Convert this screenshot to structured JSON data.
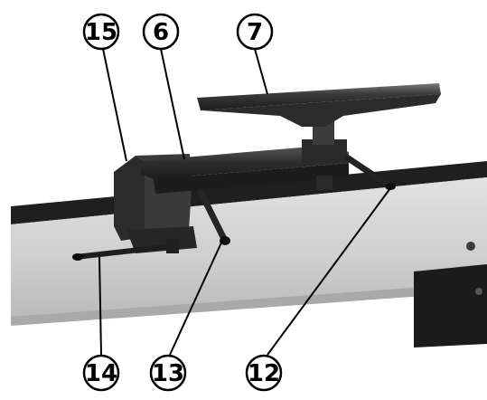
{
  "figure": {
    "callouts": {
      "c15": "15",
      "c6": "6",
      "c7": "7",
      "c14": "14",
      "c13": "13",
      "c12": "12"
    },
    "colors": {
      "rail_light": "#d6d6d6",
      "rail_mid": "#bdbdbd",
      "rail_dark": "#1e1e1e",
      "metal_dark": "#2a2a2a",
      "metal_mid": "#4a4a4a",
      "metal_light": "#6a6a6a",
      "leader": "#000000",
      "circle_fill": "#ffffff"
    }
  }
}
